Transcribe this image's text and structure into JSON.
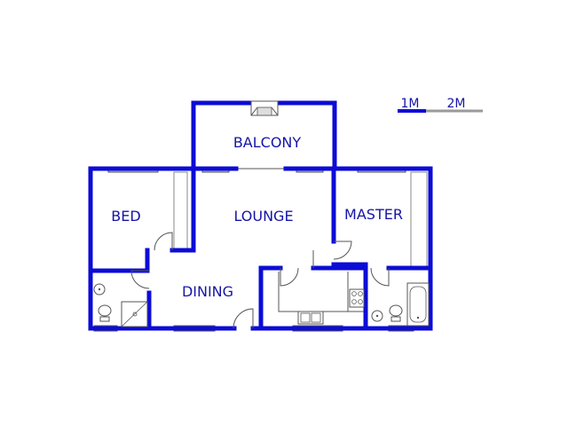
{
  "rooms": {
    "balcony": "BALCONY",
    "lounge": "LOUNGE",
    "bed": "BED",
    "master": "MASTER",
    "dining": "DINING"
  },
  "scale": {
    "one": "1M",
    "two": "2M"
  },
  "colors": {
    "wall": "#0c0cd6",
    "label": "#1515a8"
  }
}
